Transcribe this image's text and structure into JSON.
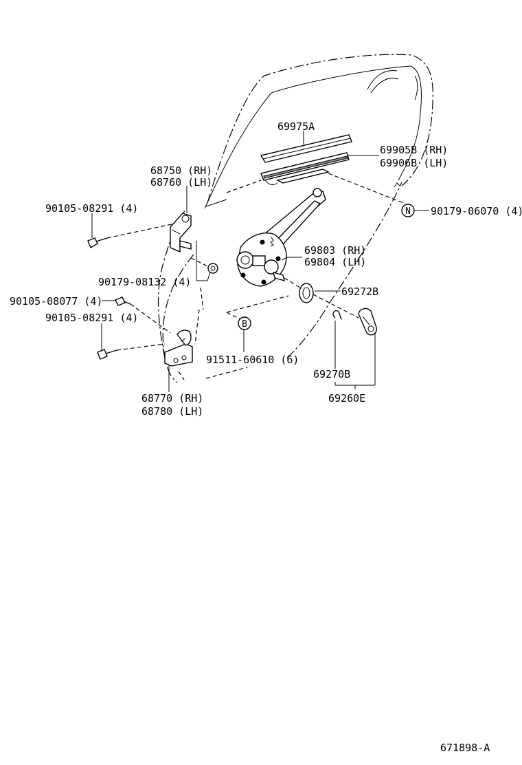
{
  "labels": {
    "p69975a": "69975A",
    "p69905b": "69905B (RH)",
    "p69906b": "69906B (LH)",
    "p68750": "68750 (RH)",
    "p68760": "68760 (LH)",
    "p90105_08291_top": "90105-08291 (4)",
    "p90179_06070": "90179-06070 (4)",
    "p69803": "69803 (RH)",
    "p69804": "69804 (LH)",
    "p90179_08132": "90179-08132 (4)",
    "p90105_08077": "90105-08077 (4)",
    "p69272b": "69272B",
    "p90105_08291_bottom": "90105-08291 (4)",
    "p91511_60610": "91511-60610 (6)",
    "p69270b": "69270B",
    "p68770": "68770 (RH)",
    "p68780": "68780 (LH)",
    "p69260e": "69260E",
    "footer_code": "671898-A"
  },
  "markers": {
    "n": "N",
    "b": "B"
  }
}
